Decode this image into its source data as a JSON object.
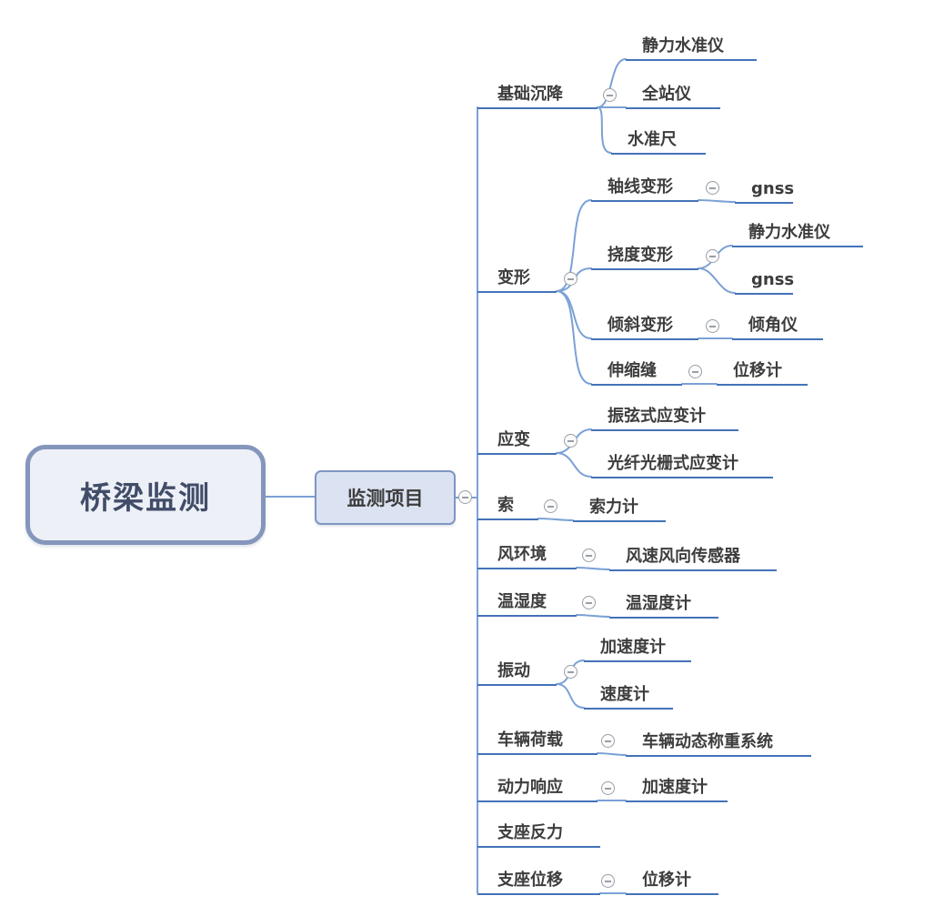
{
  "colors": {
    "line": "#4472b8",
    "connector": "#7ba1d6",
    "root_fill": "#eef0f8",
    "root_border": "#8496bb",
    "root_text": "#414d68",
    "hub_fill": "#dbe2f1",
    "hub_border": "#7f96c4",
    "text": "#3d3d3d",
    "icon_border": "#999fa6",
    "icon_bg": "#fbfbfb"
  },
  "icons": {
    "collapse": "minus-circle"
  },
  "root": {
    "label": "桥梁监测"
  },
  "hub": {
    "label": "监测项目"
  },
  "branches": [
    {
      "label": "基础沉降",
      "children": [
        {
          "label": "静力水准仪"
        },
        {
          "label": "全站仪"
        },
        {
          "label": "水准尺"
        }
      ]
    },
    {
      "label": "变形",
      "children": [
        {
          "label": "轴线变形",
          "children": [
            {
              "label": "gnss"
            }
          ]
        },
        {
          "label": "挠度变形",
          "children": [
            {
              "label": "静力水准仪"
            },
            {
              "label": "gnss"
            }
          ]
        },
        {
          "label": "倾斜变形",
          "children": [
            {
              "label": "倾角仪"
            }
          ]
        },
        {
          "label": "伸缩缝",
          "children": [
            {
              "label": "位移计"
            }
          ]
        }
      ]
    },
    {
      "label": "应变",
      "children": [
        {
          "label": "振弦式应变计"
        },
        {
          "label": "光纤光栅式应变计"
        }
      ]
    },
    {
      "label": "索",
      "children": [
        {
          "label": "索力计"
        }
      ]
    },
    {
      "label": "风环境",
      "children": [
        {
          "label": "风速风向传感器"
        }
      ]
    },
    {
      "label": "温湿度",
      "children": [
        {
          "label": "温湿度计"
        }
      ]
    },
    {
      "label": "振动",
      "children": [
        {
          "label": "加速度计"
        },
        {
          "label": "速度计"
        }
      ]
    },
    {
      "label": "车辆荷载",
      "children": [
        {
          "label": "车辆动态称重系统"
        }
      ]
    },
    {
      "label": "动力响应",
      "children": [
        {
          "label": "加速度计"
        }
      ]
    },
    {
      "label": "支座反力",
      "children": []
    },
    {
      "label": "支座位移",
      "children": [
        {
          "label": "位移计"
        }
      ]
    }
  ]
}
